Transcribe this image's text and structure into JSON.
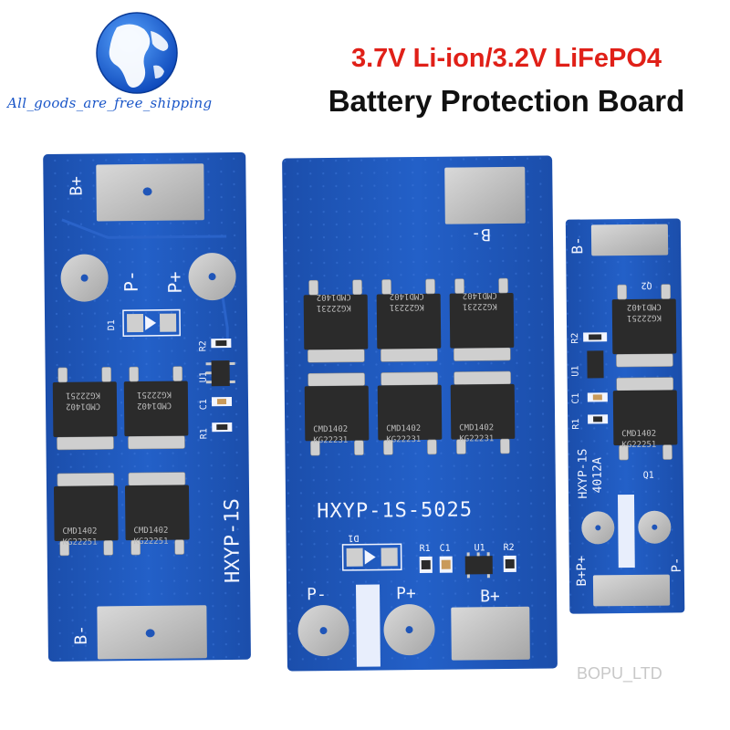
{
  "header": {
    "line1": "3.7V Li-ion/3.2V LiFePO4",
    "line2": "Battery Protection Board"
  },
  "brand": {
    "slogan": "All_goods_are_free_shipping",
    "icon": "globe-logo-icon"
  },
  "watermark": "BOPU_LTD",
  "boards": {
    "left": {
      "model": "HXYP-1S",
      "pads": {
        "top": "B+",
        "bottom": "B-",
        "p_minus": "P-",
        "p_plus": "P+"
      },
      "refs": {
        "d1": "D1",
        "r2": "R2",
        "u1": "U1",
        "c1": "C1",
        "r1": "R1"
      },
      "mosfets": [
        {
          "line1": "CMD1402",
          "line2": "KG22251"
        },
        {
          "line1": "CMD1402",
          "line2": "KG22251"
        },
        {
          "line1": "CMD1402",
          "line2": "KG22251"
        },
        {
          "line1": "CMD1402",
          "line2": "KG22251"
        }
      ]
    },
    "middle": {
      "model": "HXYP-1S-5025",
      "pads": {
        "top": "B-",
        "p_minus": "P-",
        "p_plus": "P+",
        "b_plus": "B+"
      },
      "refs": {
        "d1": "D1",
        "r1": "R1",
        "c1": "C1",
        "u1": "U1",
        "r2": "R2"
      },
      "mosfets": [
        {
          "line1": "CMD1402",
          "line2": "KG22231"
        },
        {
          "line1": "CMD1402",
          "line2": "KG22231"
        },
        {
          "line1": "CMD1402",
          "line2": "KG22231"
        },
        {
          "line1": "CMD1402",
          "line2": "KG22231"
        },
        {
          "line1": "CMD1402",
          "line2": "KG22231"
        },
        {
          "line1": "CMD1402",
          "line2": "KG22231"
        }
      ]
    },
    "right": {
      "model": "HXYP-1S",
      "code": "4012A",
      "pads": {
        "top": "B-",
        "bottom_left": "B+P+",
        "bottom_right": "P-"
      },
      "refs": {
        "q2": "Q2",
        "r2": "R2",
        "u1": "U1",
        "c1": "C1",
        "r1": "R1",
        "q1": "Q1"
      },
      "mosfets": [
        {
          "line1": "CMD1402",
          "line2": "KG22251"
        },
        {
          "line1": "CMD1402",
          "line2": "KG22251"
        }
      ]
    }
  },
  "colors": {
    "pcb": "#1f55b8",
    "pcb_dark": "#163f8f",
    "title_red": "#e02018",
    "pad": "#b9b9b9",
    "chip": "#2b2b2b"
  }
}
